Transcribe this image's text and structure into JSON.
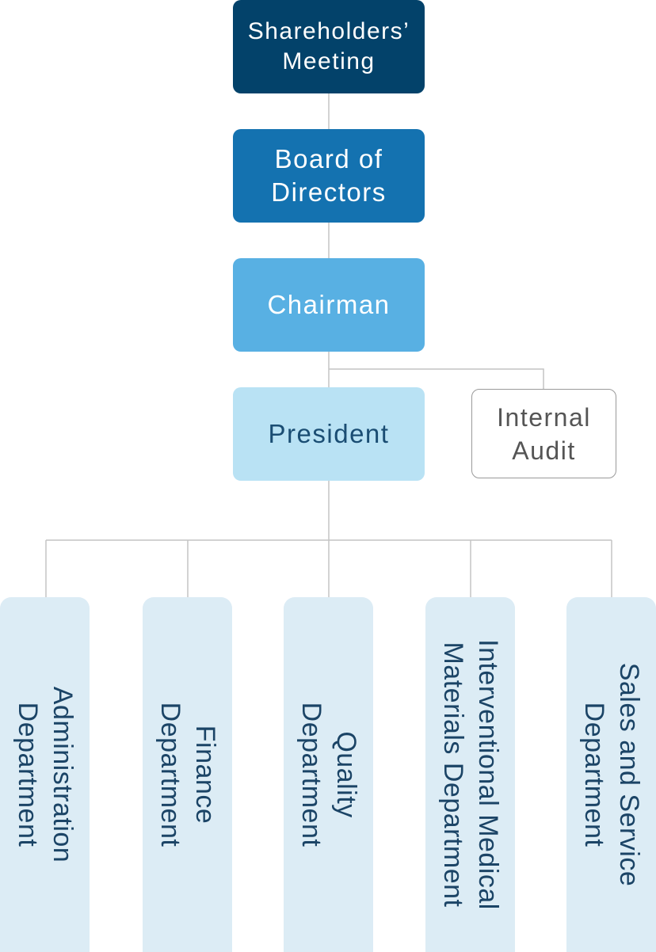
{
  "nodes": {
    "shareholders": {
      "line1": "Shareholders’",
      "line2": "Meeting"
    },
    "board": {
      "line1": "Board of",
      "line2": "Directors"
    },
    "chairman": {
      "line1": "Chairman"
    },
    "president": {
      "line1": "President"
    },
    "internal_audit": {
      "line1": "Internal",
      "line2": "Audit"
    }
  },
  "departments": [
    {
      "line1": "Administration",
      "line2": "Department"
    },
    {
      "line1": "Finance",
      "line2": "Department"
    },
    {
      "line1": "Quality",
      "line2": "Department"
    },
    {
      "line1": "Interventional Medical",
      "line2": "Materials Department"
    },
    {
      "line1": "Sales and Service",
      "line2": "Department"
    }
  ],
  "colors": {
    "shareholders": "#03426a",
    "board": "#1472b0",
    "chairman": "#58b0e3",
    "president": "#b9e2f4",
    "department": "#dcecf5",
    "connector": "#c4c4c4"
  }
}
